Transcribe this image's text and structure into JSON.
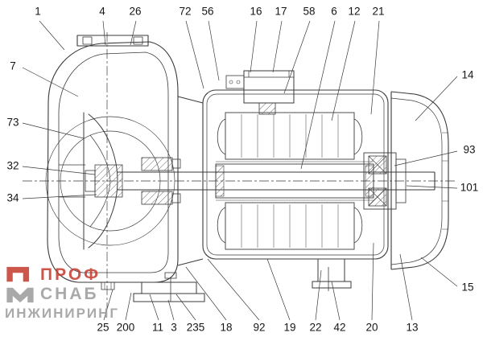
{
  "colors": {
    "line": "#3a3a3a",
    "background": "#ffffff",
    "watermark_red": "#c5392c",
    "watermark_gray": "#9b9b9b"
  },
  "callouts": {
    "top": [
      "1",
      "4",
      "26",
      "72",
      "56",
      "16",
      "17",
      "58",
      "6",
      "12",
      "21"
    ],
    "left": [
      "7",
      "73",
      "32",
      "34"
    ],
    "right": [
      "14",
      "93",
      "101",
      "15"
    ],
    "bottom": [
      "25",
      "200",
      "11",
      "3",
      "235",
      "18",
      "92",
      "19",
      "22",
      "42",
      "20",
      "13"
    ]
  },
  "watermark": {
    "line1": "ПРОФ",
    "line2": "СНАБ",
    "line3": "ИНЖИНИРИНГ"
  }
}
